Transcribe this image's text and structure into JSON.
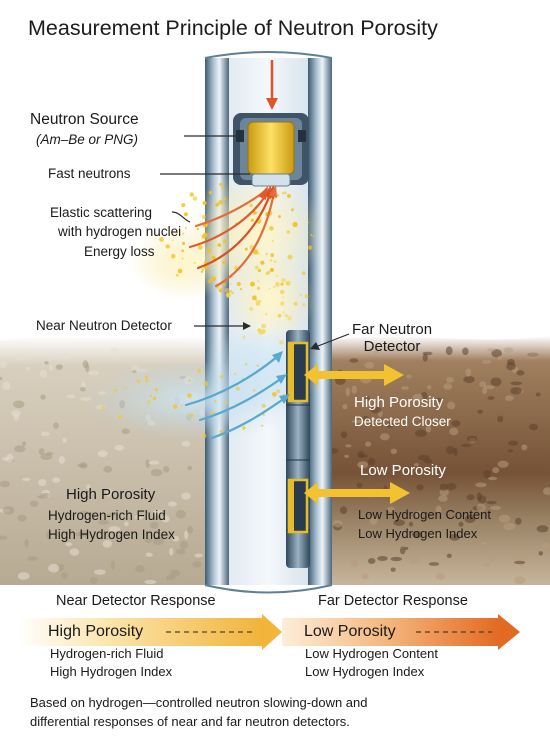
{
  "title": "Measurement Principle of Neutron Porosity",
  "source": {
    "label": "Neutron Source",
    "sublabel": "(Am–Be or PNG)"
  },
  "labels": {
    "fast_neutrons": "Fast neutrons",
    "elastic_1": "Elastic scattering",
    "elastic_2": "with hydrogen nuclei",
    "energy_loss": "Energy loss",
    "near_detector": "Near Neutron Detector",
    "far_detector_1": "Far Neutron",
    "far_detector_2": "Detector"
  },
  "right_formation": {
    "high_porosity": "High Porosity",
    "high_porosity_sub": "Detected Closer",
    "low_porosity": "Low Porosity",
    "low_hc": "Low Hydrogen Content",
    "low_hi": "Low Hydrogen Index"
  },
  "left_formation": {
    "high_porosity": "High Porosity",
    "fluid": "Hydrogen-rich Fluid",
    "index": "High Hydrogen Index"
  },
  "responses": {
    "near_title": "Near Detector Response",
    "far_title": "Far Detector Response",
    "near_bar_label": "High Porosity",
    "far_bar_label": "Low Porosity",
    "near_1": "Hydrogen-rich Fluid",
    "near_2": "High Hydrogen Index",
    "far_1": "Low Hydrogen Content",
    "far_2": "Low Hydrogen Index"
  },
  "footnote": {
    "line1": "Based on hydrogen—controlled neutron slowing-down and",
    "line2": "differential responses of near and far neutron detectors."
  },
  "colors": {
    "formation_left": "#b8ad99",
    "formation_right": "#7d5a3c",
    "tool_steel": "#5f7f97",
    "source_gold": "#e8bb2a",
    "fast_arrow": "#e0532b",
    "thermal_arrow": "#58a9cf",
    "detector_arrow": "#f2c230",
    "response_arrow": "#e97b2a"
  }
}
